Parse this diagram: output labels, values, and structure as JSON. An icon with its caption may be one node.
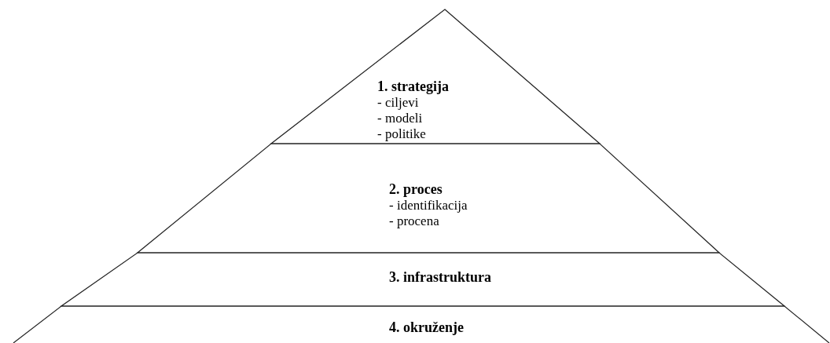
{
  "diagram": {
    "nodes": [
      {
        "text": [
          "1. strategija",
          "- ciljevi",
          "- modeli",
          "- politike"
        ]
      },
      {
        "text": [
          "2. proces",
          "- identifikacija",
          "- procena"
        ]
      },
      {
        "text": [
          "3. infrastruktura"
        ]
      },
      {
        "text": [
          "4. okruženje"
        ]
      }
    ]
  }
}
